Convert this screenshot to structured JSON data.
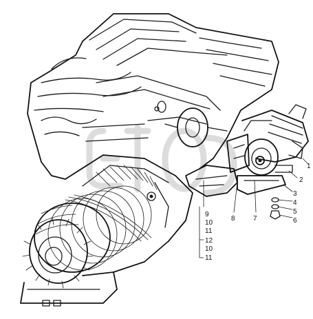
{
  "callouts": [
    {
      "id": "c1",
      "label": "1"
    },
    {
      "id": "c2",
      "label": "2"
    },
    {
      "id": "c3",
      "label": "3"
    },
    {
      "id": "c4",
      "label": "4"
    },
    {
      "id": "c5",
      "label": "5"
    },
    {
      "id": "c6",
      "label": "6"
    },
    {
      "id": "c7",
      "label": "7"
    },
    {
      "id": "c8",
      "label": "8"
    },
    {
      "id": "c9",
      "label": "9"
    },
    {
      "id": "c10a",
      "label": "10"
    },
    {
      "id": "c11a",
      "label": "11"
    },
    {
      "id": "c12",
      "label": "12"
    },
    {
      "id": "c10b",
      "label": "10"
    },
    {
      "id": "c11b",
      "label": "11"
    }
  ],
  "colors": {
    "line": "#1a1a1a",
    "background": "#ffffff",
    "watermark": "#bfbfbf"
  }
}
